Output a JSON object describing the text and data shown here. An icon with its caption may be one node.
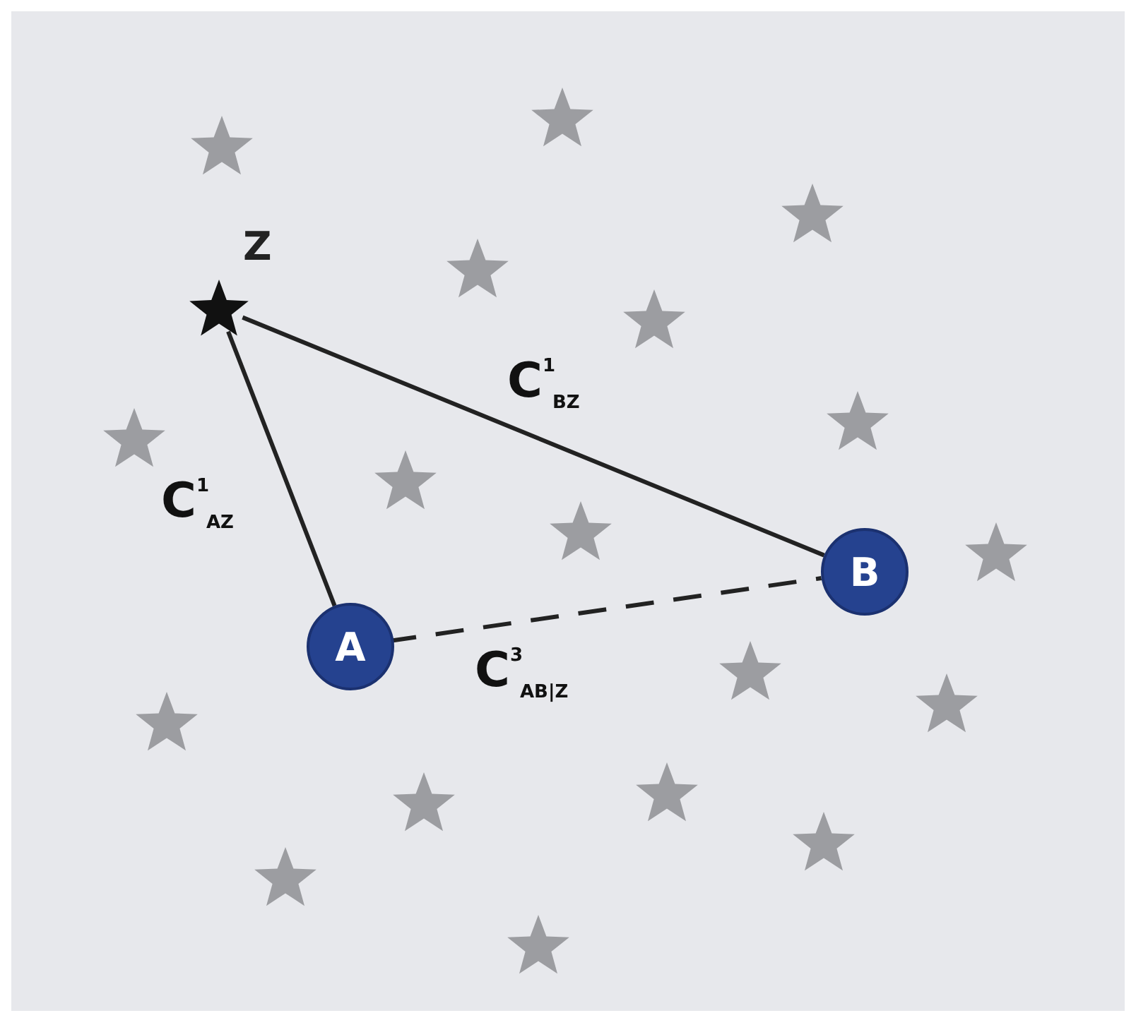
{
  "diagram": {
    "nodes": [
      {
        "text": [],
        "shape": "star",
        "beside": [
          "Z"
        ]
      },
      {
        "text": [
          "A"
        ]
      },
      {
        "text": [
          "B"
        ]
      }
    ],
    "edges": [
      {
        "from": 0,
        "to": 1,
        "arrow": "none",
        "label": "C$^{1}$$_{AZ}$"
      },
      {
        "from": 0,
        "to": 2,
        "arrow": "none",
        "label": "C$^{1}$$_{BZ}$"
      },
      {
        "from": 1,
        "to": 2,
        "arrow": "none",
        "style": "dashed",
        "label": "C$^{3}$$_{AB|Z}$"
      }
    ]
  }
}
